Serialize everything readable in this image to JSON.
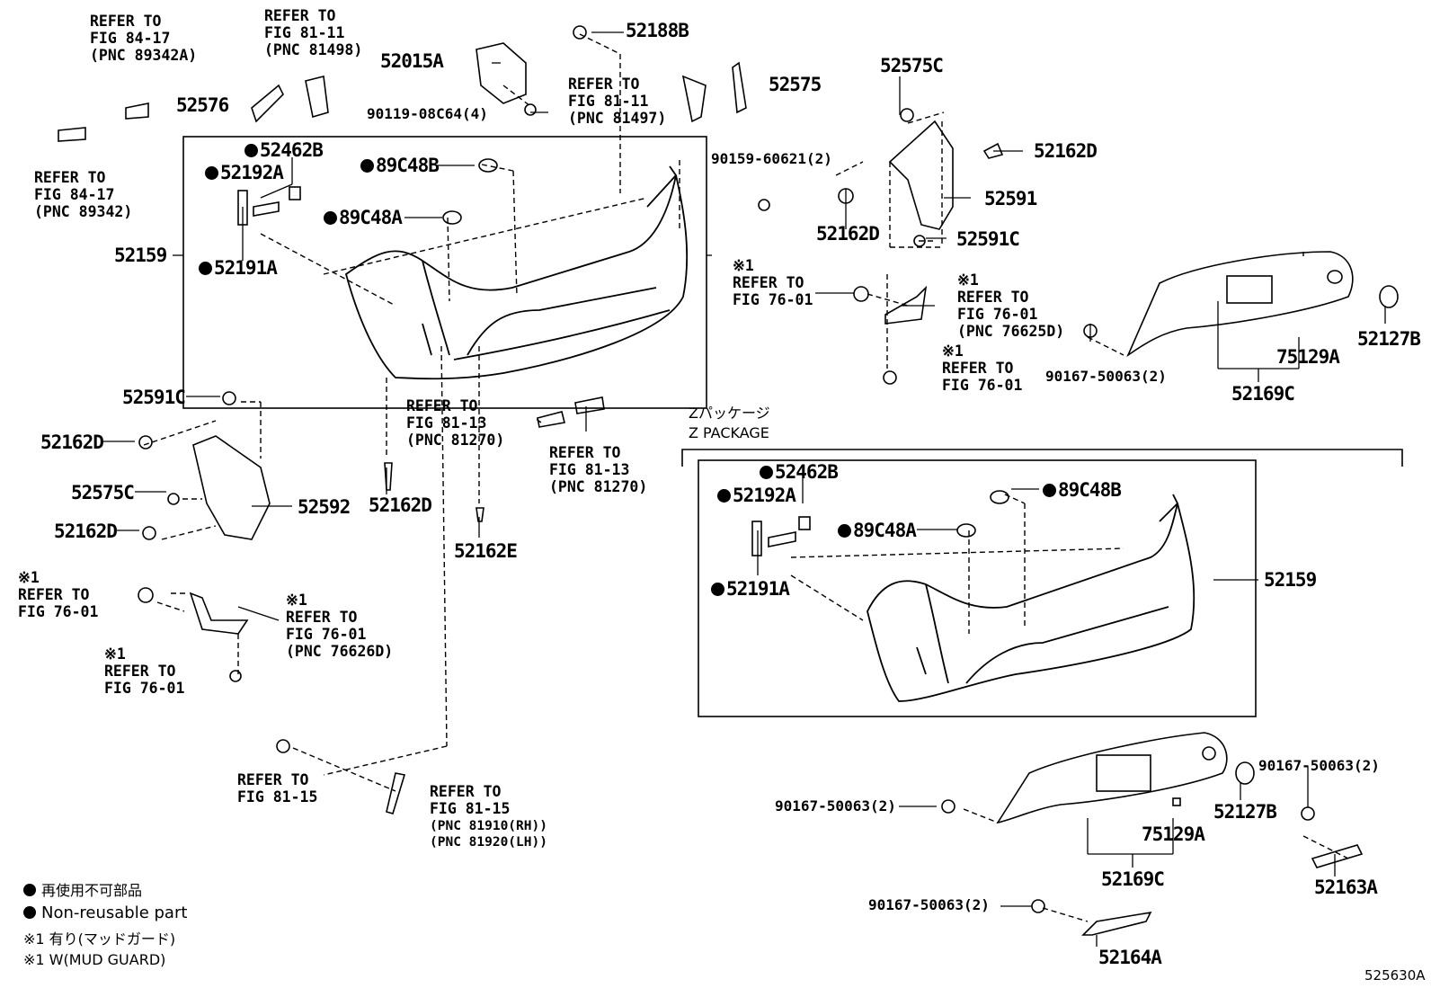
{
  "figure_id": "525630A",
  "labels": {
    "p52188B": "52188B",
    "p52015A": "52015A",
    "p90119": "90119-08C64(4)",
    "p52576": "52576",
    "p52575": "52575",
    "p52575C_top": "52575C",
    "p52462B_top": "52462B",
    "p52192A_top": "52192A",
    "p89C48B_top": "89C48B",
    "p89C48A_top": "89C48A",
    "p52191A_top": "52191A",
    "p52159_top": "52159",
    "p90159": "90159-60621(2)",
    "p52162D_r1": "52162D",
    "p52162D_r2": "52162D",
    "p52591": "52591",
    "p52591C_r": "52591C",
    "p52127B_top": "52127B",
    "p75129A_top": "75129A",
    "p52169C_top": "52169C",
    "p90167_top": "90167-50063(2)",
    "p52591C_l": "52591C",
    "p52162D_l1": "52162D",
    "p52575C_l": "52575C",
    "p52162D_l2": "52162D",
    "p52592": "52592",
    "p52162D_mid": "52162D",
    "p52162E": "52162E",
    "p52462B_z": "52462B",
    "p52192A_z": "52192A",
    "p89C48B_z": "89C48B",
    "p89C48A_z": "89C48A",
    "p52191A_z": "52191A",
    "p52159_z": "52159",
    "p90167_z1": "90167-50063(2)",
    "p90167_z2": "90167-50063(2)",
    "p52127B_z": "52127B",
    "p75129A_z": "75129A",
    "p52169C_z": "52169C",
    "p52163A": "52163A",
    "p90167_z3": "90167-50063(2)",
    "p52164A": "52164A"
  },
  "refs": {
    "r1": "REFER TO\nFIG 84-17\n(PNC 89342A)",
    "r2": "REFER TO\nFIG 81-11\n(PNC 81498)",
    "r3": "REFER TO\nFIG 84-17\n(PNC 89342)",
    "r4": "REFER TO\nFIG 81-11\n(PNC 81497)",
    "r5": "※1\nREFER TO\nFIG 76-01",
    "r6": "※1\nREFER TO\nFIG 76-01\n(PNC 76625D)",
    "r7": "※1\nREFER TO\nFIG 76-01",
    "r8": "REFER TO\nFIG 81-13\n(PNC 81270)",
    "r9": "REFER TO\nFIG 81-13\n(PNC 81270)",
    "r10": "※1\nREFER TO\nFIG 76-01",
    "r11": "※1\nREFER TO\nFIG 76-01\n(PNC 76626D)",
    "r12": "※1\nREFER TO\nFIG 76-01",
    "r13": "REFER TO\nFIG 81-15",
    "r14": "REFER TO\nFIG 81-15"
  },
  "refs_small": {
    "r14b": "(PNC 81910(RH))\n(PNC 81920(LH))"
  },
  "z_package": {
    "jp": "Zパッケージ",
    "en": "Z PACKAGE"
  },
  "legend": {
    "jp1": "再使用不可部品",
    "en1": "Non-reusable part",
    "jp2": "※1 有り(マッドガード)",
    "en2": "※1 W(MUD GUARD)"
  },
  "icons": [
    "non-reusable-dot-icon"
  ],
  "colors": {
    "line": "#000000",
    "background": "#ffffff"
  }
}
